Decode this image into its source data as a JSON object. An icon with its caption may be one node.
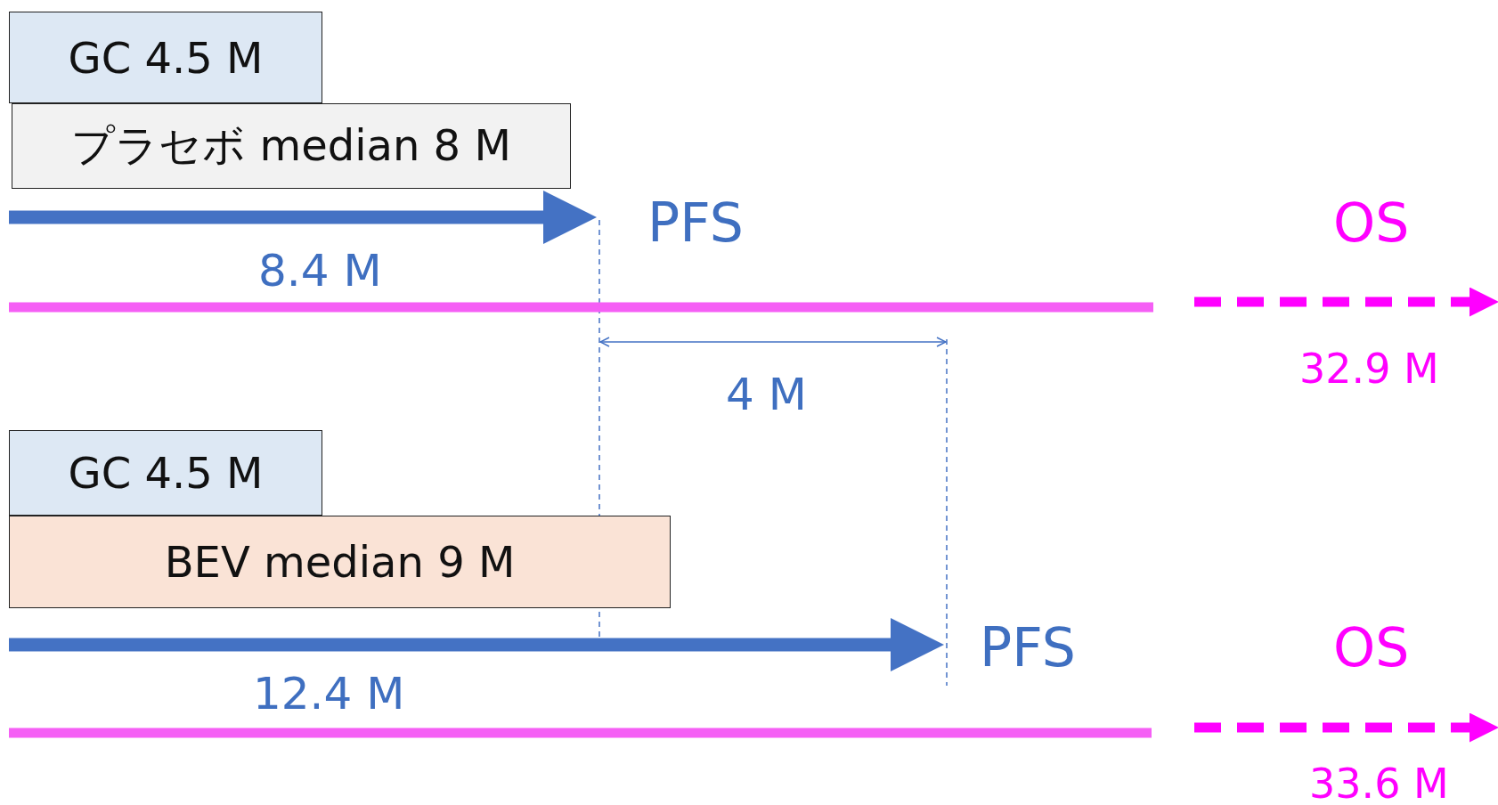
{
  "diagram": {
    "nodes": [
      {
        "text": [
          "GC 4.5 M"
        ]
      },
      {
        "text": [
          "プラセボ median 8 M"
        ]
      },
      {
        "text": [
          "GC 4.5 M"
        ]
      },
      {
        "text": [
          "BEV median 9 M"
        ]
      }
    ],
    "labels": [
      "PFS",
      "OS",
      "8.4 M",
      "32.9 M",
      "4 M",
      "PFS",
      "OS",
      "12.4 M",
      "33.6 M"
    ]
  }
}
